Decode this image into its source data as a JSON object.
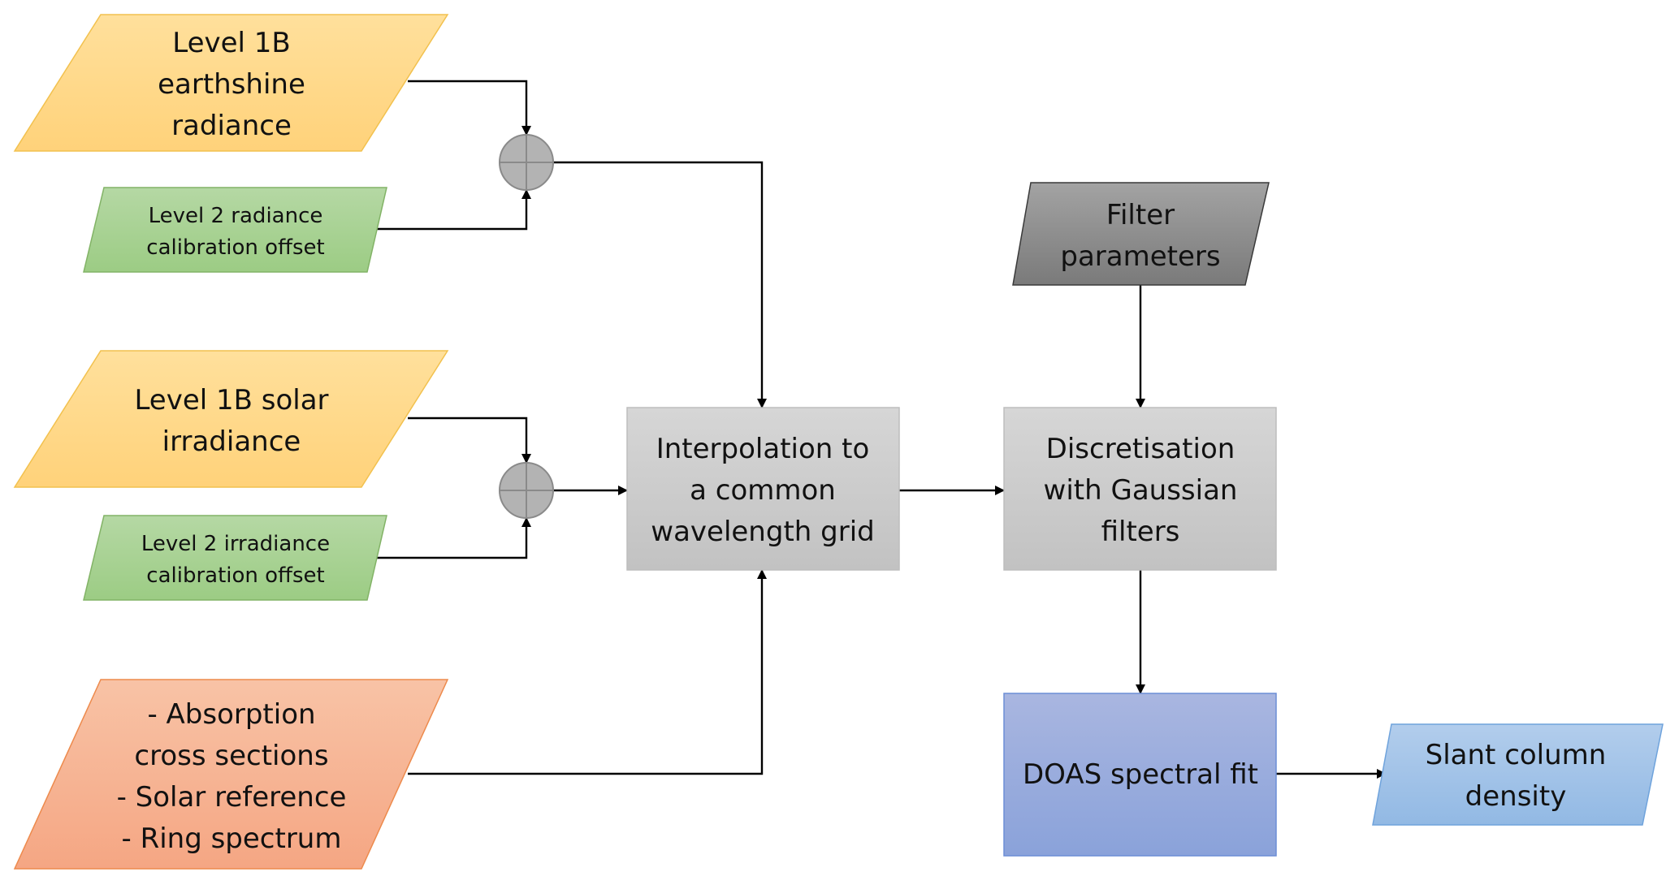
{
  "diagram": {
    "nodes": {
      "l1b_earthshine": {
        "lines": [
          "Level 1B",
          "earthshine",
          "radiance"
        ],
        "shape": "parallelogram",
        "color": "#ffd98a"
      },
      "l2_radiance_offset": {
        "lines": [
          "Level 2 radiance",
          "calibration offset"
        ],
        "shape": "parallelogram",
        "color": "#a9d18e"
      },
      "l1b_solar": {
        "lines": [
          "Level 1B solar",
          "irradiance"
        ],
        "shape": "parallelogram",
        "color": "#ffd98a"
      },
      "l2_irradiance_offset": {
        "lines": [
          "Level 2 irradiance",
          "calibration offset"
        ],
        "shape": "parallelogram",
        "color": "#a9d18e"
      },
      "reference_data": {
        "lines": [
          "- Absorption",
          "cross sections",
          "- Solar reference",
          "- Ring spectrum"
        ],
        "shape": "parallelogram",
        "color": "#f4b183"
      },
      "interpolation": {
        "lines": [
          "Interpolation to",
          "a common",
          "wavelength grid"
        ],
        "shape": "process",
        "color": "#c9c9c9"
      },
      "filter_params": {
        "lines": [
          "Filter",
          "parameters"
        ],
        "shape": "parallelogram",
        "color": "#8c8c8c"
      },
      "discretisation": {
        "lines": [
          "Discretisation",
          "with Gaussian",
          "filters"
        ],
        "shape": "process",
        "color": "#c9c9c9"
      },
      "doas_fit": {
        "lines": [
          "DOAS spectral fit"
        ],
        "shape": "process",
        "color": "#8faadc"
      },
      "slant_column": {
        "lines": [
          "Slant column",
          "density"
        ],
        "shape": "parallelogram",
        "color": "#9dc3e6"
      },
      "sum_radiance": {
        "shape": "summing-junction",
        "color": "#b3b3b3"
      },
      "sum_irradiance": {
        "shape": "summing-junction",
        "color": "#b3b3b3"
      }
    },
    "edges": [
      {
        "from": "l1b_earthshine",
        "to": "sum_radiance"
      },
      {
        "from": "l2_radiance_offset",
        "to": "sum_radiance"
      },
      {
        "from": "sum_radiance",
        "to": "interpolation"
      },
      {
        "from": "l1b_solar",
        "to": "sum_irradiance"
      },
      {
        "from": "l2_irradiance_offset",
        "to": "sum_irradiance"
      },
      {
        "from": "sum_irradiance",
        "to": "interpolation"
      },
      {
        "from": "reference_data",
        "to": "interpolation"
      },
      {
        "from": "interpolation",
        "to": "discretisation"
      },
      {
        "from": "filter_params",
        "to": "discretisation"
      },
      {
        "from": "discretisation",
        "to": "doas_fit"
      },
      {
        "from": "doas_fit",
        "to": "slant_column"
      }
    ]
  }
}
